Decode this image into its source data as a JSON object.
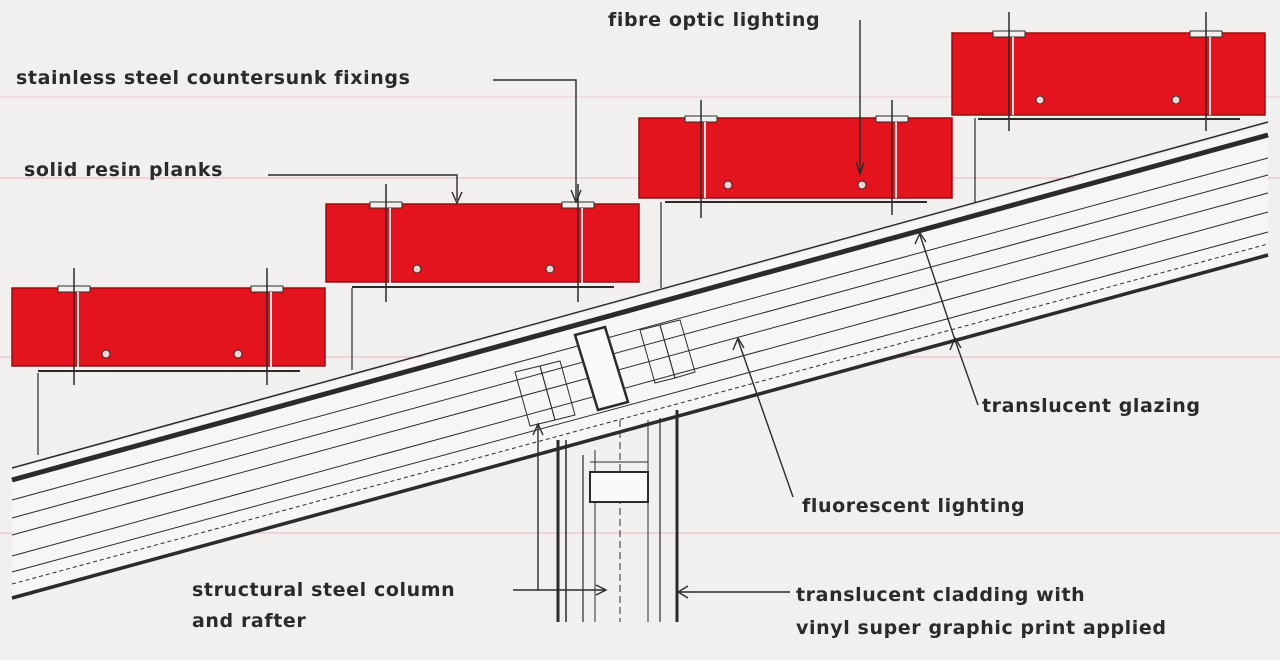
{
  "labels": {
    "fibre_optic_lighting": "fibre optic lighting",
    "stainless_steel_fixings": "stainless steel countersunk fixings",
    "solid_resin_planks": "solid resin planks",
    "translucent_glazing": "translucent glazing",
    "fluorescent_lighting": "fluorescent lighting",
    "structural_column_line1": "structural steel column",
    "structural_column_line2": "and rafter",
    "cladding_line1": "translucent cladding with",
    "cladding_line2": "vinyl super graphic print applied"
  },
  "colors": {
    "plank_red": "#e3141d",
    "background": "#f2f0ef",
    "ink": "#2b2b2b",
    "guide_pink": "#e6b6bd"
  }
}
